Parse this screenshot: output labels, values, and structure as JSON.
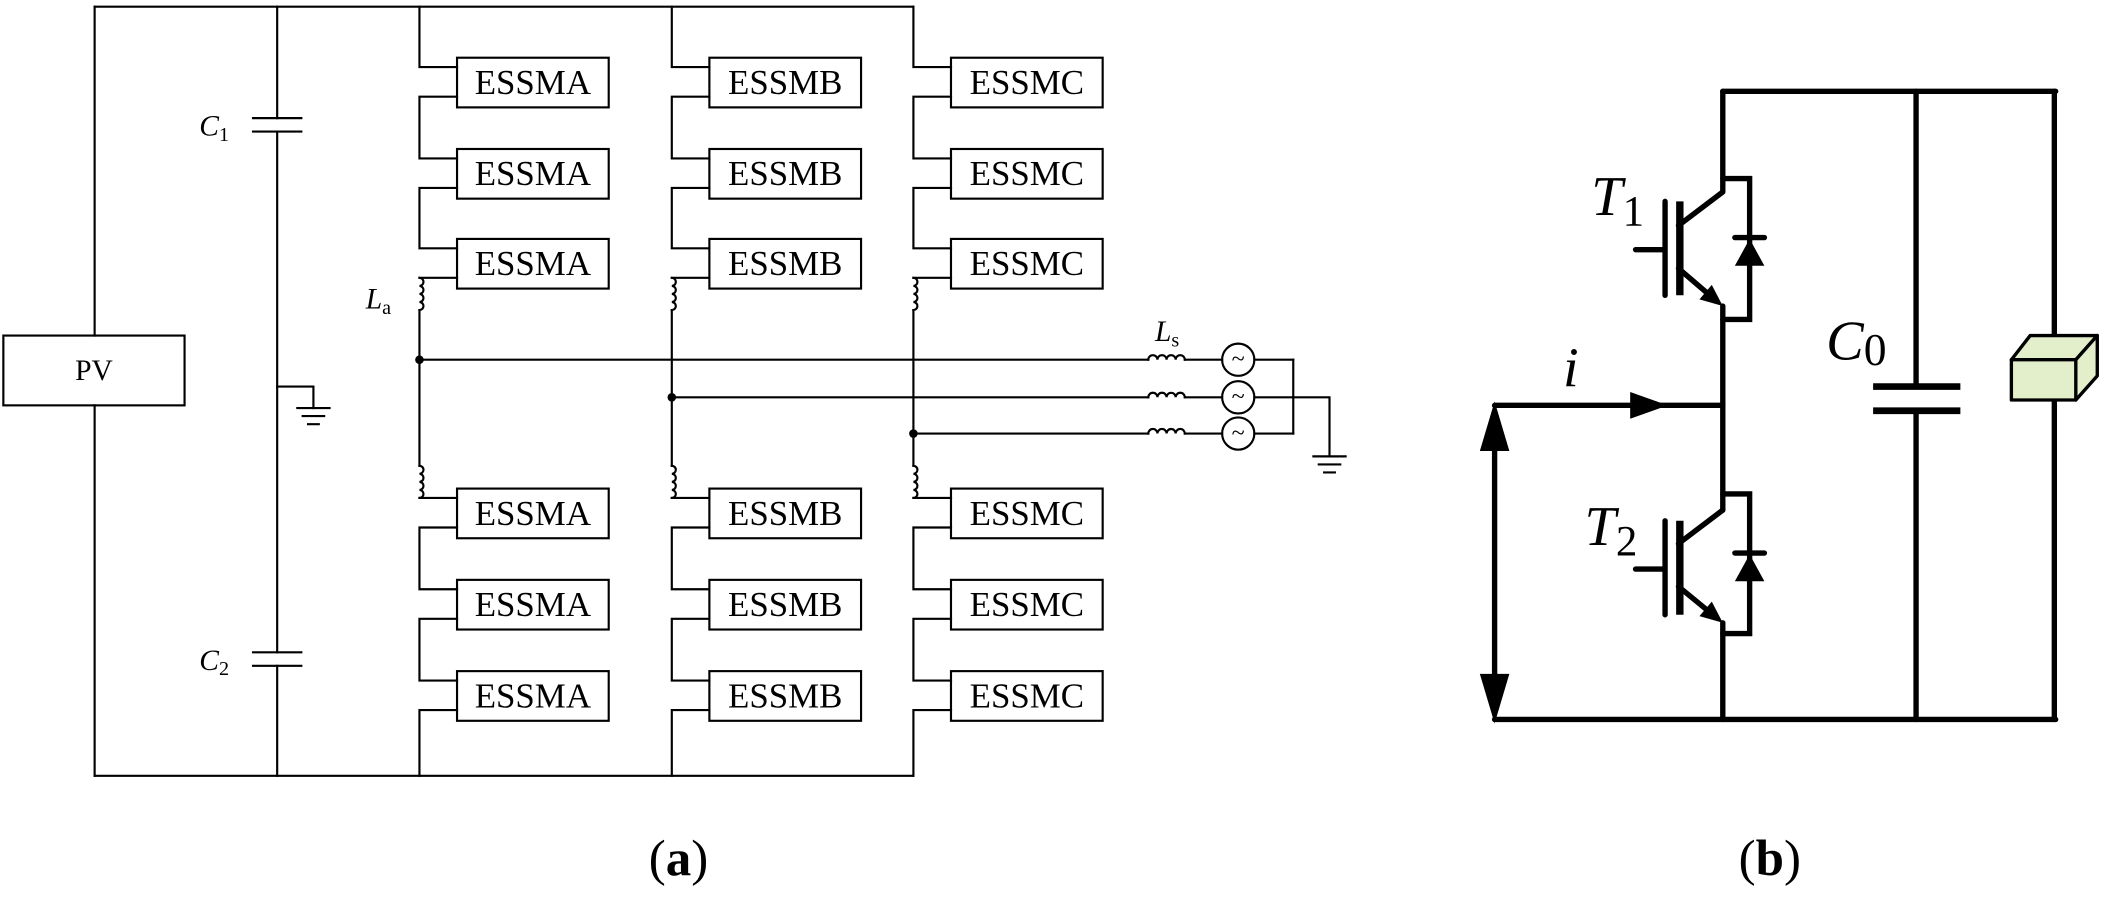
{
  "panel_a": {
    "caption": {
      "open": "(",
      "letter": "a",
      "close": ")"
    },
    "pv": "PV",
    "dc_capacitors": [
      {
        "symbol": "C",
        "subscript": "1"
      },
      {
        "symbol": "C",
        "subscript": "2"
      }
    ],
    "arm_inductor": {
      "symbol": "L",
      "subscript": "a"
    },
    "grid_inductor": {
      "symbol": "L",
      "subscript": "s"
    },
    "ac_sources": [
      "~",
      "~",
      "~"
    ],
    "phases": [
      {
        "upper_arm": [
          "ESSMA",
          "ESSMA",
          "ESSMA"
        ],
        "lower_arm": [
          "ESSMA",
          "ESSMA",
          "ESSMA"
        ]
      },
      {
        "upper_arm": [
          "ESSMB",
          "ESSMB",
          "ESSMB"
        ],
        "lower_arm": [
          "ESSMB",
          "ESSMB",
          "ESSMB"
        ]
      },
      {
        "upper_arm": [
          "ESSMC",
          "ESSMC",
          "ESSMC"
        ],
        "lower_arm": [
          "ESSMC",
          "ESSMC",
          "ESSMC"
        ]
      }
    ]
  },
  "panel_b": {
    "caption": {
      "open": "(",
      "letter": "b",
      "close": ")"
    },
    "switches": [
      {
        "symbol": "T",
        "subscript": "1"
      },
      {
        "symbol": "T",
        "subscript": "2"
      }
    ],
    "current": "i",
    "capacitor": {
      "symbol": "C",
      "subscript": "0"
    }
  },
  "icons": {
    "energy_storage": "energy-storage-box-icon",
    "ground": "ground-icon",
    "ac_source": "ac-source-icon"
  },
  "colors": {
    "wire": "#000000",
    "background": "#ffffff",
    "storage_fill": "#e3eecb"
  }
}
